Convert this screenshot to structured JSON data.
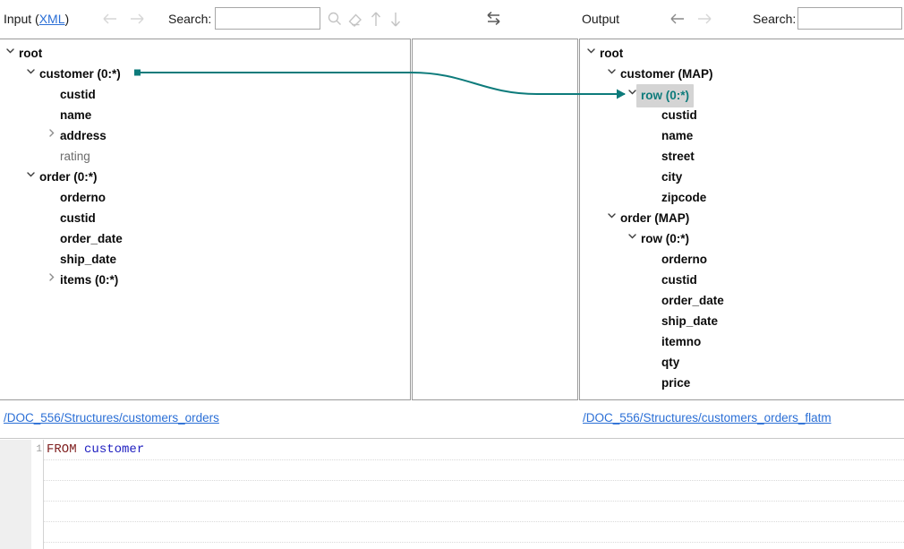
{
  "toolbar": {
    "input": {
      "label": "Input (",
      "link": "XML",
      "label_close": ")",
      "back_icon": "arrow-left-icon",
      "forward_icon": "arrow-right-icon",
      "search_label": "Search:",
      "search_value": "",
      "search_placeholder": "",
      "icons": [
        "magnifier-icon",
        "eraser-icon",
        "arrow-up-icon",
        "arrow-down-icon"
      ]
    },
    "swap_icon": "swap-arrows-icon",
    "output": {
      "label": "Output",
      "back_icon": "arrow-left-icon",
      "forward_icon": "arrow-right-icon",
      "search_label": "Search:",
      "search_value": "",
      "search_placeholder": ""
    }
  },
  "colors": {
    "accent_teal": "#0d7b7b",
    "link_blue": "#2b6fd6",
    "selection_bg": "#d4d4d4",
    "keyword": "#7f1f1f",
    "identifier": "#2020c0"
  },
  "input_tree": [
    {
      "label": "root",
      "depth": 0,
      "chevron": "down",
      "style": "bold"
    },
    {
      "label": "customer (0:*)",
      "depth": 1,
      "chevron": "down",
      "style": "bold"
    },
    {
      "label": "custid",
      "depth": 2,
      "chevron": "none",
      "style": "bold"
    },
    {
      "label": "name",
      "depth": 2,
      "chevron": "none",
      "style": "bold"
    },
    {
      "label": "address",
      "depth": 2,
      "chevron": "right",
      "style": "bold"
    },
    {
      "label": "rating",
      "depth": 2,
      "chevron": "none",
      "style": "muted"
    },
    {
      "label": "order (0:*)",
      "depth": 1,
      "chevron": "down",
      "style": "bold"
    },
    {
      "label": "orderno",
      "depth": 2,
      "chevron": "none",
      "style": "bold"
    },
    {
      "label": "custid",
      "depth": 2,
      "chevron": "none",
      "style": "bold"
    },
    {
      "label": "order_date",
      "depth": 2,
      "chevron": "none",
      "style": "bold"
    },
    {
      "label": "ship_date",
      "depth": 2,
      "chevron": "none",
      "style": "bold"
    },
    {
      "label": "items (0:*)",
      "depth": 2,
      "chevron": "right",
      "style": "bold"
    }
  ],
  "output_tree": [
    {
      "label": "root",
      "depth": 0,
      "chevron": "down",
      "style": "bold"
    },
    {
      "label": "customer (MAP)",
      "depth": 1,
      "chevron": "down",
      "style": "bold"
    },
    {
      "label": "row (0:*)",
      "depth": 2,
      "chevron": "down",
      "style": "selected"
    },
    {
      "label": "custid",
      "depth": 3,
      "chevron": "none",
      "style": "bold"
    },
    {
      "label": "name",
      "depth": 3,
      "chevron": "none",
      "style": "bold"
    },
    {
      "label": "street",
      "depth": 3,
      "chevron": "none",
      "style": "bold"
    },
    {
      "label": "city",
      "depth": 3,
      "chevron": "none",
      "style": "bold"
    },
    {
      "label": "zipcode",
      "depth": 3,
      "chevron": "none",
      "style": "bold"
    },
    {
      "label": "order (MAP)",
      "depth": 1,
      "chevron": "down",
      "style": "bold"
    },
    {
      "label": "row (0:*)",
      "depth": 2,
      "chevron": "down",
      "style": "bold"
    },
    {
      "label": "orderno",
      "depth": 3,
      "chevron": "none",
      "style": "bold"
    },
    {
      "label": "custid",
      "depth": 3,
      "chevron": "none",
      "style": "bold"
    },
    {
      "label": "order_date",
      "depth": 3,
      "chevron": "none",
      "style": "bold"
    },
    {
      "label": "ship_date",
      "depth": 3,
      "chevron": "none",
      "style": "bold"
    },
    {
      "label": "itemno",
      "depth": 3,
      "chevron": "none",
      "style": "bold"
    },
    {
      "label": "qty",
      "depth": 3,
      "chevron": "none",
      "style": "bold"
    },
    {
      "label": "price",
      "depth": 3,
      "chevron": "none",
      "style": "bold"
    }
  ],
  "mapping": {
    "from_node": "customer (0:*)",
    "to_node": "row (0:*)"
  },
  "footer": {
    "input_path": "/DOC_556/Structures/customers_orders",
    "output_path": "/DOC_556/Structures/customers_orders_flatm"
  },
  "editor": {
    "line_number": "1",
    "keyword": "FROM",
    "identifier": "customer",
    "blank_rows": 5
  }
}
